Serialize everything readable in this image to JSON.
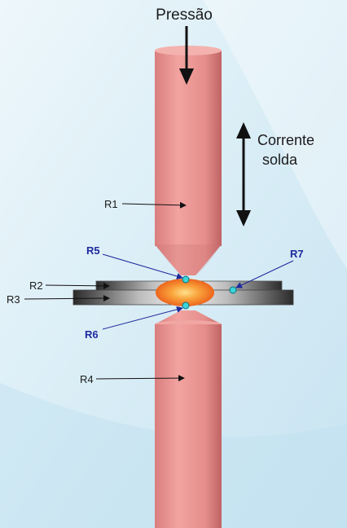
{
  "labels": {
    "pressure": "Pressão",
    "current_line1": "Corrente",
    "current_line2": "solda",
    "r1": "R1",
    "r2": "R2",
    "r3": "R3",
    "r4": "R4",
    "r5": "R5",
    "r6": "R6",
    "r7": "R7"
  },
  "colors": {
    "electrode": "#e99090",
    "electrode_shade": "#c96a6a",
    "sheet_dark": "#2b2b2b",
    "sheet_light": "#e6e6e6",
    "nugget": "#f06a1e",
    "nugget_core": "#ffd27a",
    "contact_point": "#3ad4d9",
    "label_black": "#1a1a1a",
    "label_blue": "#1d2a9c",
    "arrow": "#111111",
    "background": "#dfeff7"
  },
  "icons": {
    "pressure_arrow": "arrow-down-icon",
    "current_arrow": "double-arrow-vertical-icon"
  }
}
